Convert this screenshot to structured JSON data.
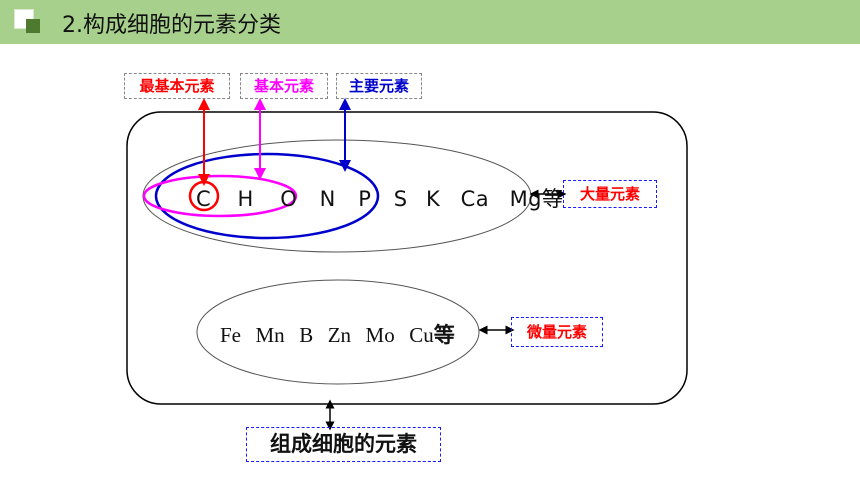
{
  "header": {
    "title": "2.构成细胞的元素分类"
  },
  "labels": {
    "most_basic": "最基本元素",
    "basic": "基本元素",
    "main": "主要元素",
    "macro": "大量元素",
    "micro": "微量元素",
    "cell_elements": "组成细胞的元素"
  },
  "macro_elements": [
    "C",
    "H",
    "O",
    "N",
    "P",
    "S",
    "K",
    "Ca",
    "Mg"
  ],
  "macro_suffix": "等",
  "micro_elements": [
    "Fe",
    "Mn",
    "B",
    "Zn",
    "Mo",
    "Cu"
  ],
  "micro_suffix": "等",
  "colors": {
    "header_bg": "#a8d08d",
    "most_basic": "#ff0000",
    "basic": "#ff00ff",
    "main": "#0000cc",
    "label_red": "#ff0000"
  }
}
